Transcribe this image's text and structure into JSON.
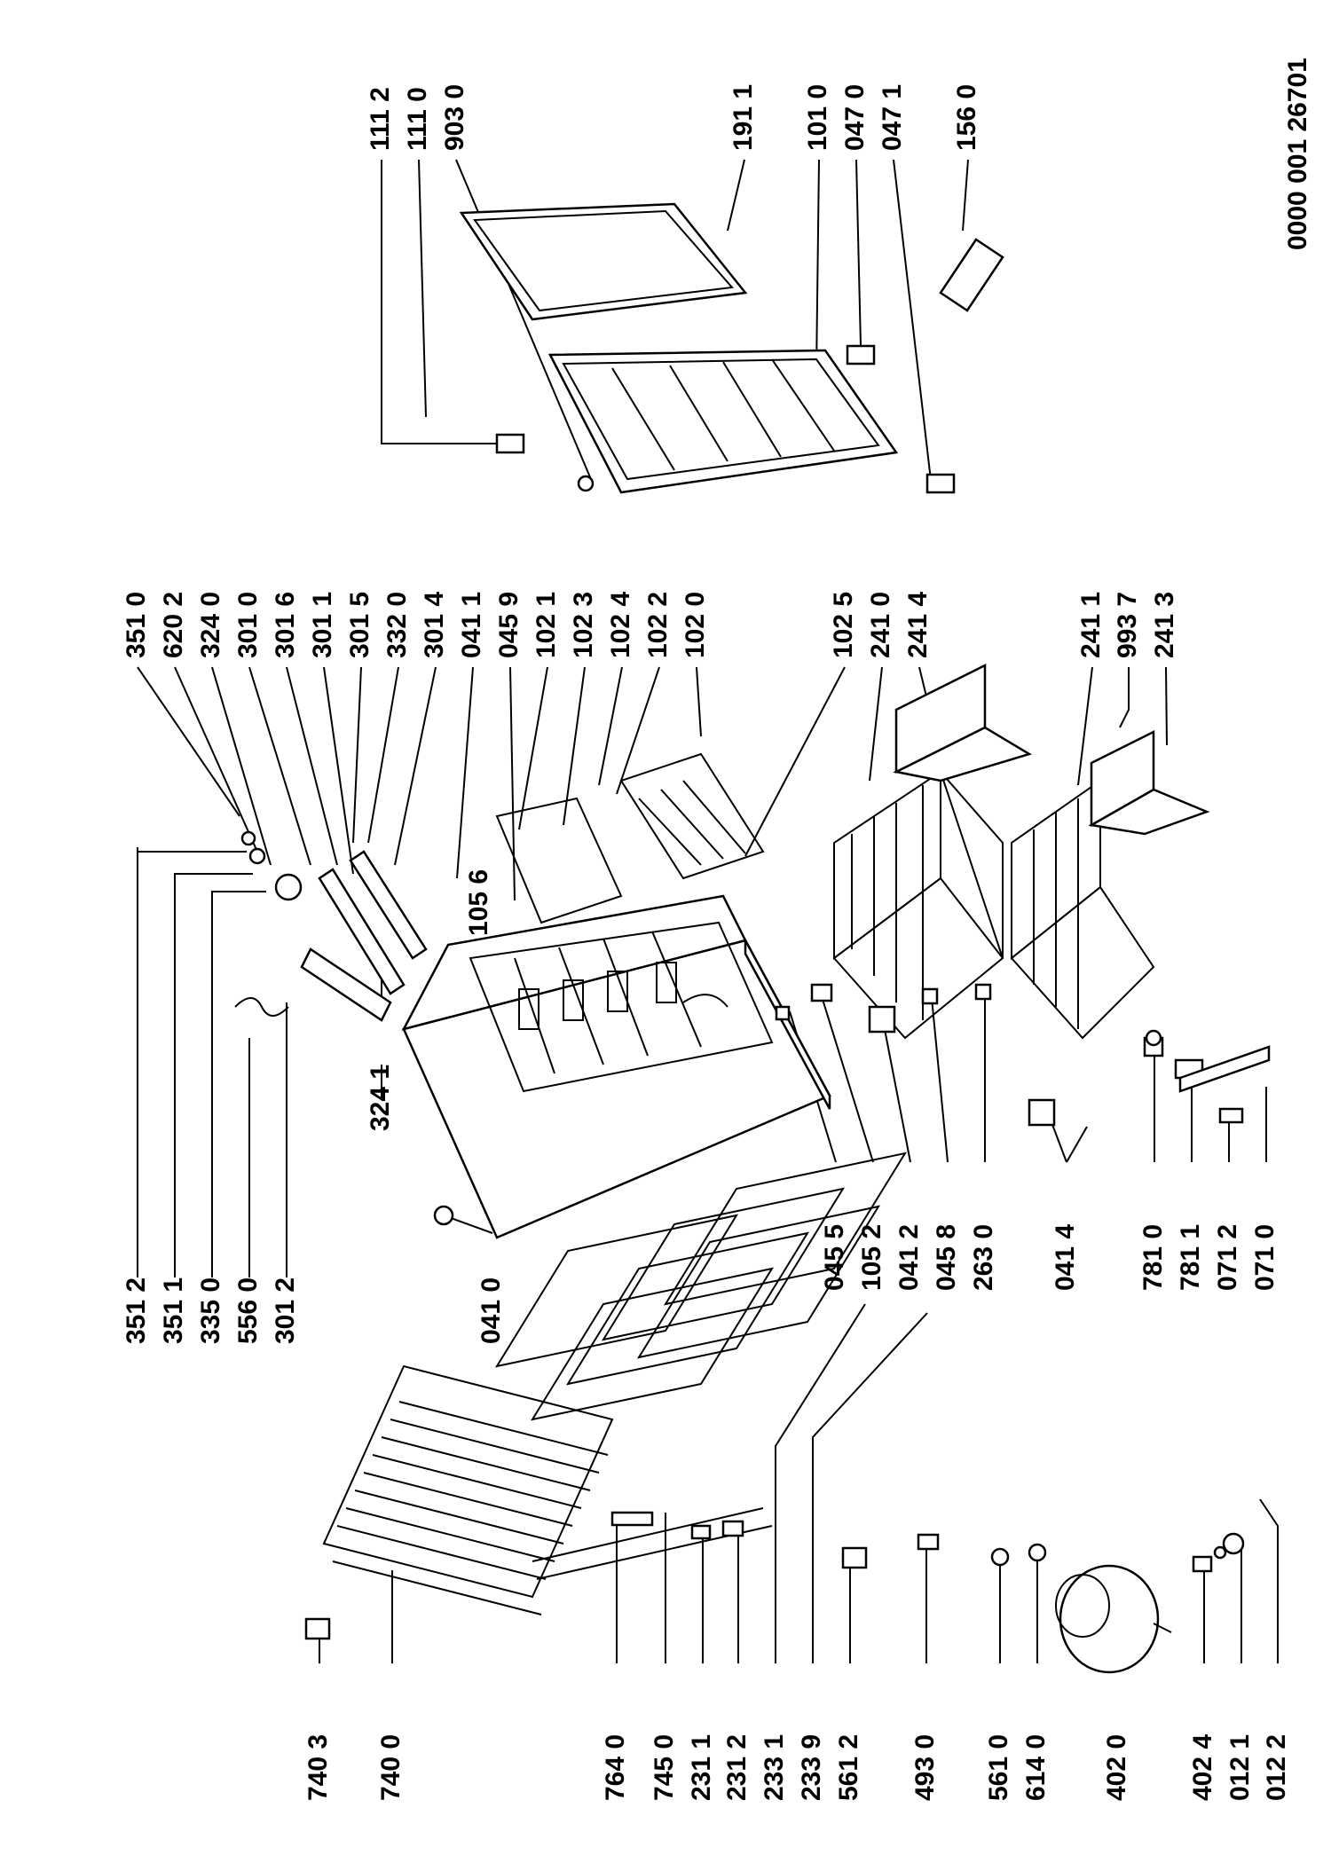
{
  "document_number": "0000 001 26701",
  "labels": {
    "l7403": "740 3",
    "l7400": "740 0",
    "l7640": "764 0",
    "l7450": "745 0",
    "l2311": "231 1",
    "l2312": "231 2",
    "l2331": "233 1",
    "l2339": "233 9",
    "l5612": "561 2",
    "l4930": "493 0",
    "l5610": "561 0",
    "l6140": "614 0",
    "l4020": "402 0",
    "l4024": "402 4",
    "l0121": "012 1",
    "l0122": "012 2",
    "l3512": "351 2",
    "l3511": "351 1",
    "l3350": "335 0",
    "l5560": "556 0",
    "l3012": "301 2",
    "l0410": "041 0",
    "l3241": "324 1",
    "l1056": "105 6",
    "l0455": "045 5",
    "l1052": "105 2",
    "l0412": "041 2",
    "l0458": "045 8",
    "l2630": "263 0",
    "l0414": "041 4",
    "l7810": "781 0",
    "l7811": "781 1",
    "l0712": "071 2",
    "l0710": "071 0",
    "l3510": "351 0",
    "l6202": "620 2",
    "l3240": "324 0",
    "l3010": "301 0",
    "l3016": "301 6",
    "l3011": "301 1",
    "l3015": "301 5",
    "l3320": "332 0",
    "l3014": "301 4",
    "l0411": "041 1",
    "l0459": "045 9",
    "l1021": "102 1",
    "l1023": "102 3",
    "l1024": "102 4",
    "l1022": "102 2",
    "l1020": "102 0",
    "l1025": "102 5",
    "l2410": "241 0",
    "l2414": "241 4",
    "l2411": "241 1",
    "l9937": "993 7",
    "l2413": "241 3",
    "l1112": "111 2",
    "l1110": "111 0",
    "l9030": "903 0",
    "l1911": "191 1",
    "l1010": "101 0",
    "l0470": "047 0",
    "l0471": "047 1",
    "l1560": "156 0"
  }
}
